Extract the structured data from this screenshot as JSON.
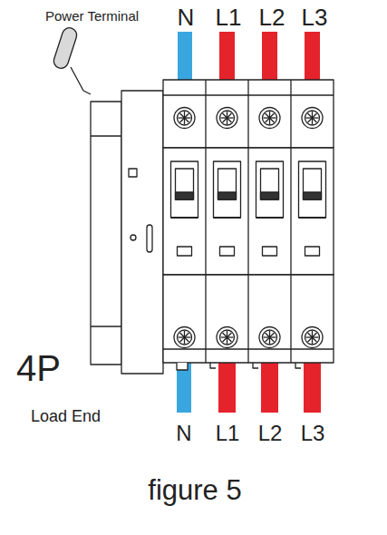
{
  "diagram": {
    "caption": "figure 5",
    "labels": [
      "Power Terminal",
      "N",
      "L1",
      "L2",
      "L3",
      "4P",
      "Load End",
      "N",
      "L1",
      "L2",
      "L3"
    ]
  }
}
